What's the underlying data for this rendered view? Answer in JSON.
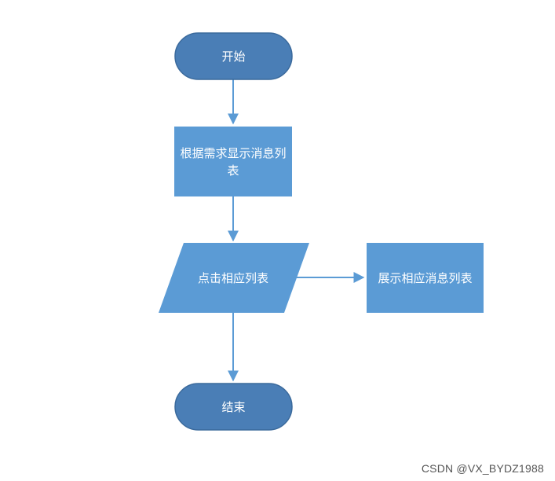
{
  "colors": {
    "terminal_fill": "#4A7EB6",
    "terminal_stroke": "#3B6A9C",
    "process_fill": "#5B9BD5",
    "arrow": "#5B9BD5",
    "text": "#FFFFFF",
    "watermark_text": "#555555"
  },
  "nodes": {
    "start": {
      "shape": "terminal",
      "label": "开始"
    },
    "show_list": {
      "shape": "process",
      "label": "根据需求显示消息列表"
    },
    "click_list": {
      "shape": "data",
      "label": "点击相应列表"
    },
    "display_list": {
      "shape": "process",
      "label": "展示相应消息列表"
    },
    "end": {
      "shape": "terminal",
      "label": "结束"
    }
  },
  "edges": [
    {
      "from": "start",
      "to": "show_list"
    },
    {
      "from": "show_list",
      "to": "click_list"
    },
    {
      "from": "click_list",
      "to": "display_list"
    },
    {
      "from": "click_list",
      "to": "end"
    }
  ],
  "watermark": {
    "text": "CSDN @VX_BYDZ1988"
  }
}
